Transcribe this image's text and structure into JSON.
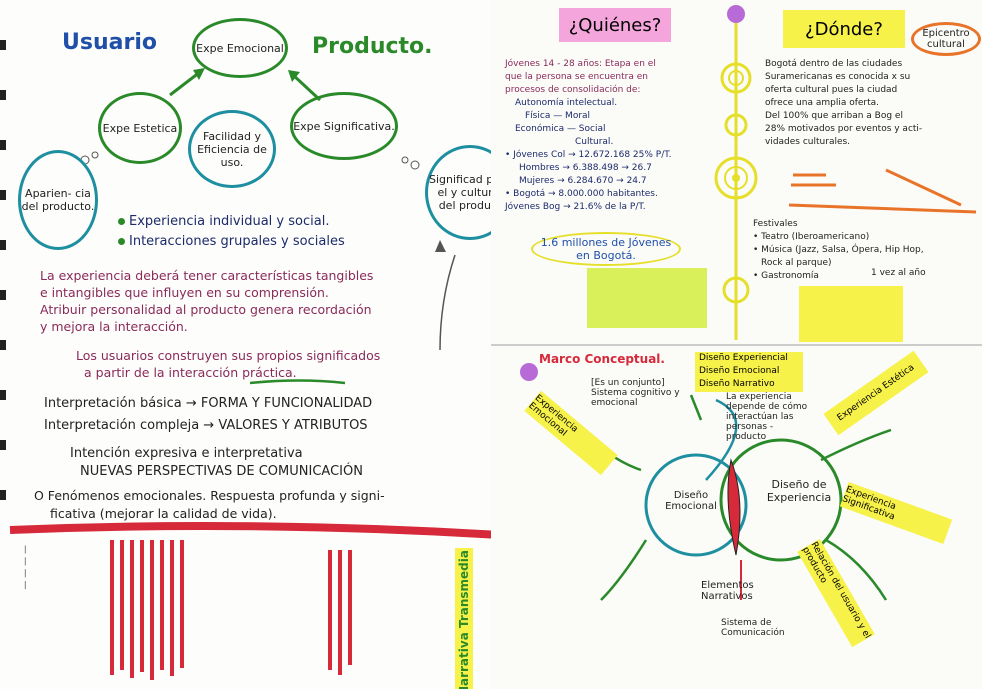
{
  "left": {
    "title_user": "Usuario",
    "title_product": "Producto.",
    "circles": {
      "emotional": "Expe Emocional",
      "aesthetic": "Expe Estetica",
      "ease": "Facilidad y Eficiencia de uso.",
      "meaningful": "Expe Significativa.",
      "appearance": "Aparien- cia del producto.",
      "meaning": "Significad pata el y cultural del product"
    },
    "bullets": [
      "Experiencia individual y social.",
      "Interacciones grupales y sociales"
    ],
    "para1": [
      "La experiencia deberá tener características tangibles",
      "e intangibles que influyen en su comprensión.",
      "Atribuir personalidad al producto genera recordación",
      "y mejora la interacción."
    ],
    "para2": [
      "Los usuarios construyen sus propios significados",
      "a partir de la interacción práctica."
    ],
    "interp1": "Interpretación básica → FORMA Y FUNCIONALIDAD",
    "interp2": "Interpretación compleja → VALORES Y ATRIBUTOS",
    "intention1": "Intención expresiva e interpretativa",
    "intention2": "NUEVAS PERSPECTIVAS DE COMUNICACIÓN",
    "phenomena1": "O Fenómenos emocionales. Respuesta profunda y signi-",
    "phenomena2": "ficativa (mejorar la calidad de vida).",
    "narrative": "Narrativa Transmedia"
  },
  "right": {
    "who_label": "¿Quiénes?",
    "where_label": "¿Dónde?",
    "where_note": "Epicentro cultural",
    "who_lines": [
      "Jóvenes 14 - 28 años: Etapa en el",
      "que la persona se encuentra en",
      "procesos de consolidación de:",
      "Autonomía intelectual.",
      "Física — Moral",
      "Económica — Social",
      "Cultural.",
      "• Jóvenes Col → 12.672.168 25% P/T.",
      "Hombres → 6.388.498 → 26.7",
      "Mujeres → 6.284.670 → 24.7",
      "• Bogotá → 8.000.000 habitantes.",
      "Jóvenes Bog → 21.6% de la P/T."
    ],
    "youth_highlight": "1.6 millones de Jóvenes en Bogotá.",
    "where_lines": [
      "Bogotá dentro de las ciudades",
      "Suramericanas es conocida x su",
      "oferta cultural pues la ciudad",
      "ofrece una amplia oferta.",
      "Del 100% que arriban a Bog el",
      "28% motivados por eventos y acti-",
      "vidades culturales."
    ],
    "fest_lines": [
      "Festivales",
      "• Teatro (Iberoamericano)",
      "• Música (Jazz, Salsa, Ópera, Hip Hop,",
      "Rock al parque)",
      "• Gastronomía"
    ],
    "yellow_note": "1 vez al año",
    "concept_title": "Marco Conceptual.",
    "concept_tags": [
      "Diseño Experiencial",
      "Diseño Emocional",
      "Diseño Narrativo"
    ],
    "concept_set": "[Es un conjunto] Sistema cognitivo y emocional",
    "design_center": "Diseño de Experiencia",
    "design_left": "Diseño Emocional",
    "elements": "Elementos Narrativos",
    "comm": "Sistema de Comunicación",
    "dimension": "La experiencia depende de cómo interactúan las personas - producto",
    "stickies": [
      "Experiencia Estética",
      "Experiencia Significativa",
      "Experiencia Emocional",
      "Relación del usuario y el producto"
    ]
  },
  "colors": {
    "blue": "#1f4fa8",
    "green": "#2a8a2a",
    "teal": "#1d8fa0",
    "maroon": "#8a2a5a",
    "red": "#d62a3a",
    "yellow": "#f7f24a",
    "pink": "#f4a6dc"
  }
}
